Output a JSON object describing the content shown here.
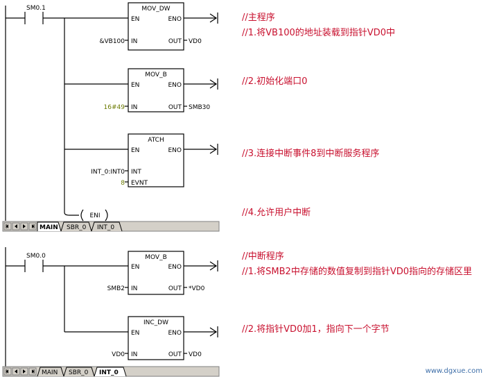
{
  "main_program": {
    "contact": "SM0.1",
    "blocks": [
      {
        "title": "MOV_DW",
        "en": "EN",
        "eno": "ENO",
        "in_pin": "IN",
        "out_pin": "OUT",
        "in_value": "&VB100",
        "out_value": "VD0"
      },
      {
        "title": "MOV_B",
        "en": "EN",
        "eno": "ENO",
        "in_pin": "IN",
        "out_pin": "OUT",
        "in_value": "16#49",
        "out_value": "SMB30"
      },
      {
        "title": "ATCH",
        "en": "EN",
        "eno": "ENO",
        "int_pin": "INT",
        "evnt_pin": "EVNT",
        "int_value": "INT_0:INT0",
        "evnt_value": "8"
      }
    ],
    "coil": "ENI",
    "comments": [
      "//主程序",
      "//1.将VB100的地址装载到指针VD0中",
      "//2.初始化端口0",
      "//3.连接中断事件8到中断服务程序",
      "//4.允许用户中断"
    ],
    "tabs": [
      "MAIN",
      "SBR_0",
      "INT_0"
    ],
    "active_tab": "MAIN"
  },
  "interrupt_program": {
    "contact": "SM0.0",
    "blocks": [
      {
        "title": "MOV_B",
        "en": "EN",
        "eno": "ENO",
        "in_pin": "IN",
        "out_pin": "OUT",
        "in_value": "SMB2",
        "out_value": "*VD0"
      },
      {
        "title": "INC_DW",
        "en": "EN",
        "eno": "ENO",
        "in_pin": "IN",
        "out_pin": "OUT",
        "in_value": "VD0",
        "out_value": "VD0"
      }
    ],
    "comments": [
      "//中断程序",
      "//1.将SMB2中存储的数值复制到指针VD0指向的存储区里",
      "//2.将指针VD0加1，指向下一个字节"
    ],
    "tabs": [
      "MAIN",
      "SBR_0",
      "INT_0"
    ],
    "active_tab": "INT_0"
  },
  "watermark": "www.dgxue.com",
  "colors": {
    "comment": "#c8102e",
    "constant": "#6b7a00",
    "watermark": "#3d6ea8"
  }
}
